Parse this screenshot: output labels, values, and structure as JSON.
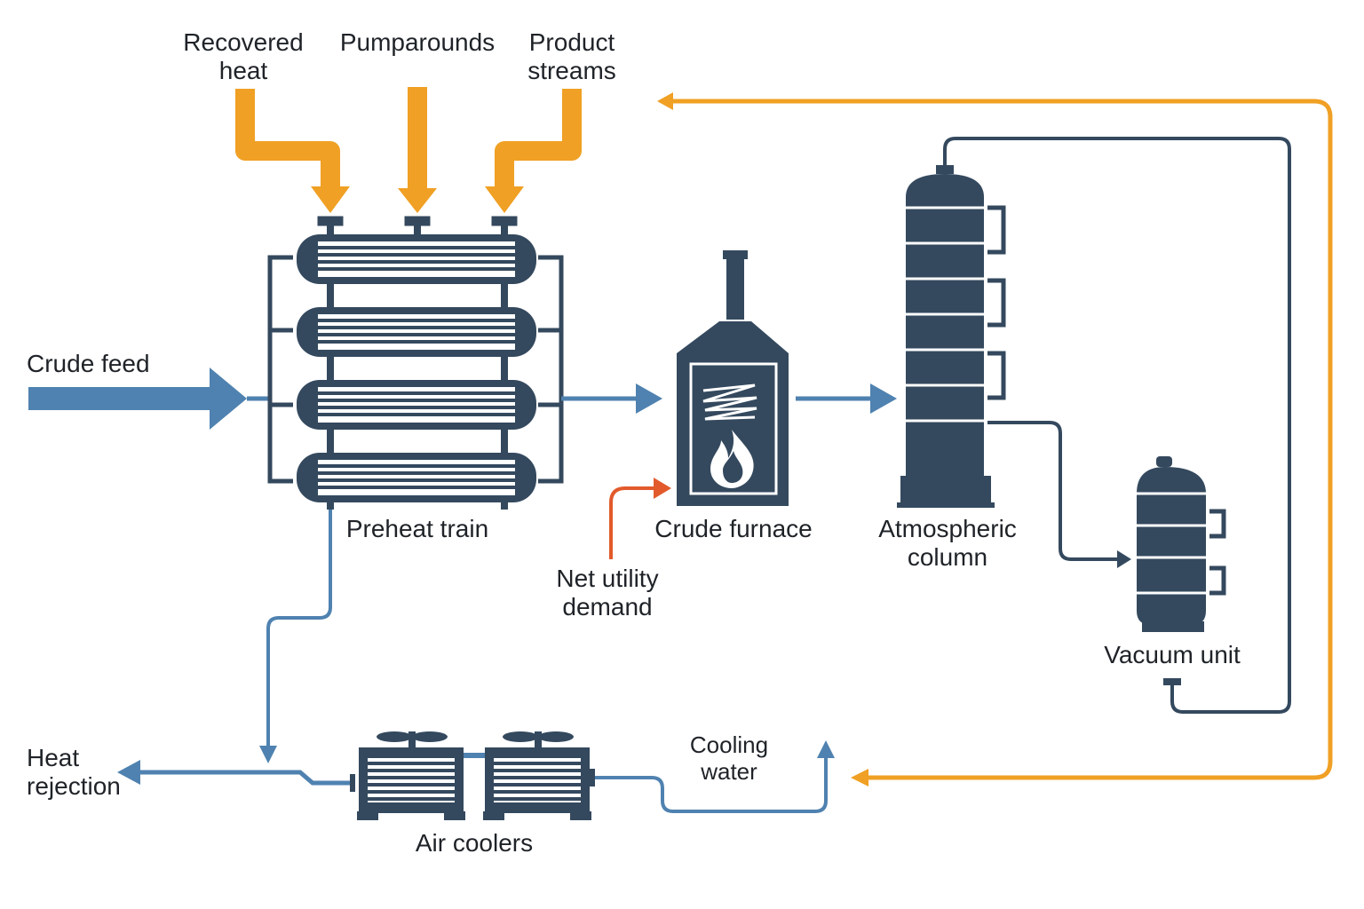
{
  "labels": {
    "recovered_heat": [
      "Recovered",
      "heat"
    ],
    "pumparounds": "Pumparounds",
    "product_streams": [
      "Product",
      "streams"
    ],
    "crude_feed": "Crude feed",
    "preheat_train": "Preheat train",
    "crude_furnace": "Crude furnace",
    "atmospheric_column": [
      "Atmospheric",
      "column"
    ],
    "vacuum_unit": "Vacuum unit",
    "net_utility_demand": [
      "Net utility",
      "demand"
    ],
    "heat_rejection": [
      "Heat",
      "rejection"
    ],
    "air_coolers": "Air coolers",
    "cooling_water": [
      "Cooling",
      "water"
    ]
  },
  "colors": {
    "equipment": "#34495e",
    "hot_stream": "#f0a024",
    "cold_stream": "#4f82b0",
    "utility": "#e25a2c",
    "text": "#1f2328"
  }
}
